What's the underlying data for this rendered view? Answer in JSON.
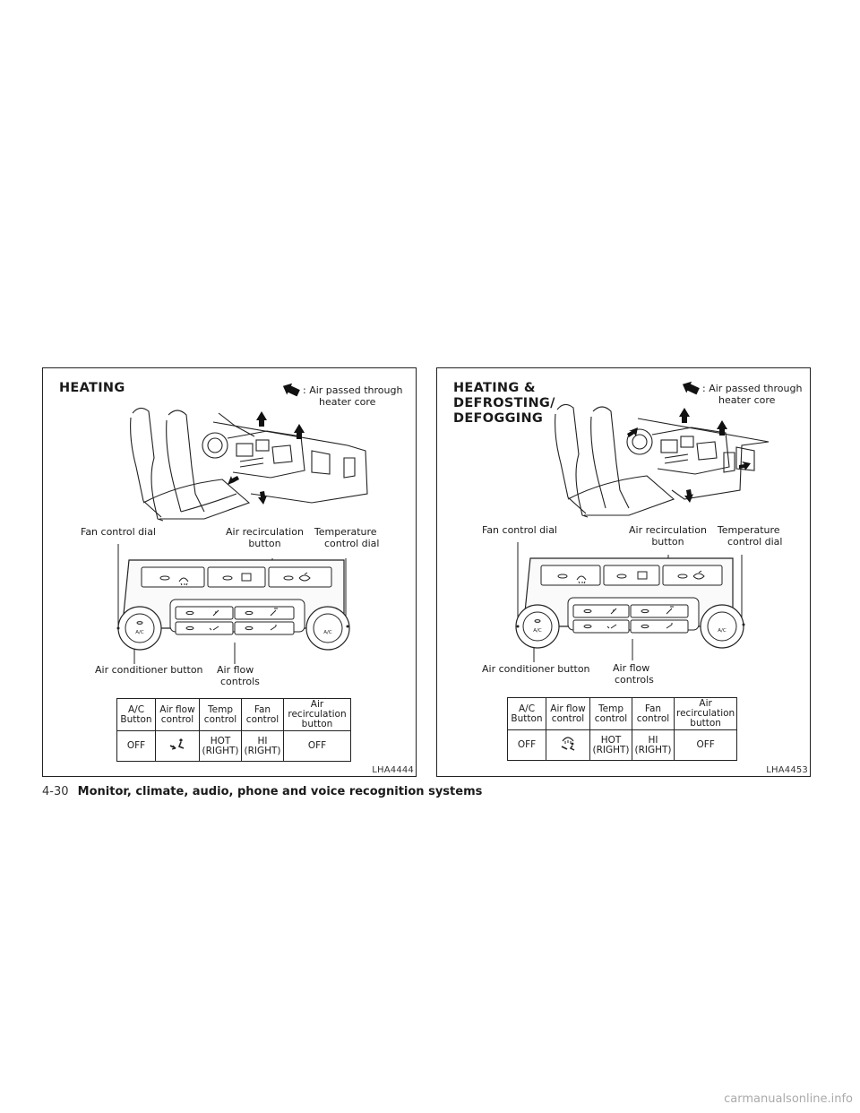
{
  "panels": [
    {
      "title_lines": [
        "HEATING"
      ],
      "legend": {
        "symbol": "air-flow-arrow-icon",
        "line1": ": Air passed through",
        "line2": "heater core"
      },
      "labels": {
        "fan_dial": "Fan control dial",
        "recirc_1": "Air recirculation",
        "recirc_2": "button",
        "temp_1": "Temperature",
        "temp_2": "control dial",
        "ac_button": "Air conditioner button",
        "airflow_1": "Air flow",
        "airflow_2": "controls"
      },
      "table": {
        "headers": [
          [
            "A/C",
            "Button"
          ],
          [
            "Air flow",
            "control"
          ],
          [
            "Temp",
            "control"
          ],
          [
            "Fan",
            "control"
          ],
          [
            "Air",
            "recirculation",
            "button"
          ]
        ],
        "row": {
          "ac": "OFF",
          "airflow_icon": "foot-vent-icon",
          "temp": [
            "HOT",
            "(RIGHT)"
          ],
          "fan": [
            "HI",
            "(RIGHT)"
          ],
          "recirc": "OFF"
        }
      },
      "figure_code": "LHA4444"
    },
    {
      "title_lines": [
        "HEATING &",
        "DEFROSTING/",
        "DEFOGGING"
      ],
      "legend": {
        "symbol": "air-flow-arrow-icon",
        "line1": ": Air passed through",
        "line2": "heater core"
      },
      "labels": {
        "fan_dial": "Fan control dial",
        "recirc_1": "Air recirculation",
        "recirc_2": "button",
        "temp_1": "Temperature",
        "temp_2": "control dial",
        "ac_button": "Air conditioner button",
        "airflow_1": "Air flow",
        "airflow_2": "controls"
      },
      "table": {
        "headers": [
          [
            "A/C",
            "Button"
          ],
          [
            "Air flow",
            "control"
          ],
          [
            "Temp",
            "control"
          ],
          [
            "Fan",
            "control"
          ],
          [
            "Air",
            "recirculation",
            "button"
          ]
        ],
        "row": {
          "ac": "OFF",
          "airflow_icon": "defrost-foot-vent-icon",
          "temp": [
            "HOT",
            "(RIGHT)"
          ],
          "fan": [
            "HI",
            "(RIGHT)"
          ],
          "recirc": "OFF"
        }
      },
      "figure_code": "LHA4453"
    }
  ],
  "control_panel_marks": {
    "ac": "A/C"
  },
  "footer": {
    "page_number": "4-30",
    "section_title": "Monitor, climate, audio, phone and voice recognition systems"
  },
  "watermark": "carmanualsonline.info"
}
